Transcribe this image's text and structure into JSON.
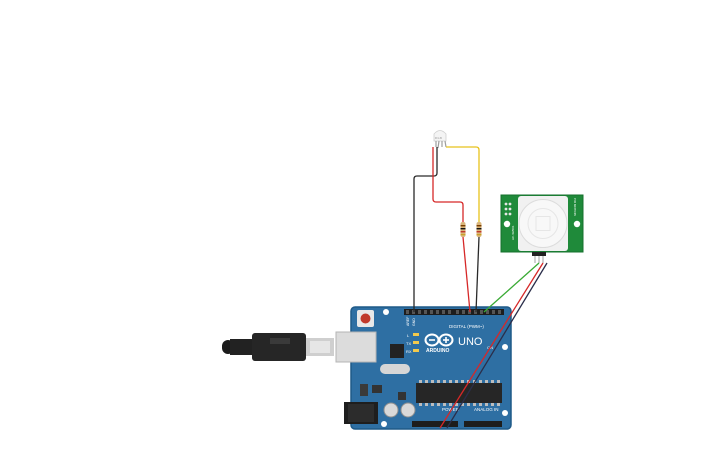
{
  "board": {
    "brand": "ARDUINO",
    "model": "UNO",
    "digital_label": "DIGITAL (PWM~)",
    "analog_label": "ANALOG IN",
    "power_label": "POWER",
    "led_l": "L",
    "led_tx": "TX",
    "led_rx": "RX",
    "aref": "AREF",
    "gnd": "GND",
    "on_label": "ON"
  },
  "sensor": {
    "left_label": "HC-SR501",
    "right_label": "PIR MOTION"
  },
  "led": {
    "pins": "R G B"
  },
  "colors": {
    "board": "#2e6fa3",
    "board_edge": "#1f5a88",
    "sensor_pcb": "#1f8a3a",
    "wire_black": "#2a2a2a",
    "wire_red": "#d62828",
    "wire_yellow": "#e8c21c",
    "wire_green": "#3aaa35",
    "wire_navy": "#2b2e4a"
  }
}
